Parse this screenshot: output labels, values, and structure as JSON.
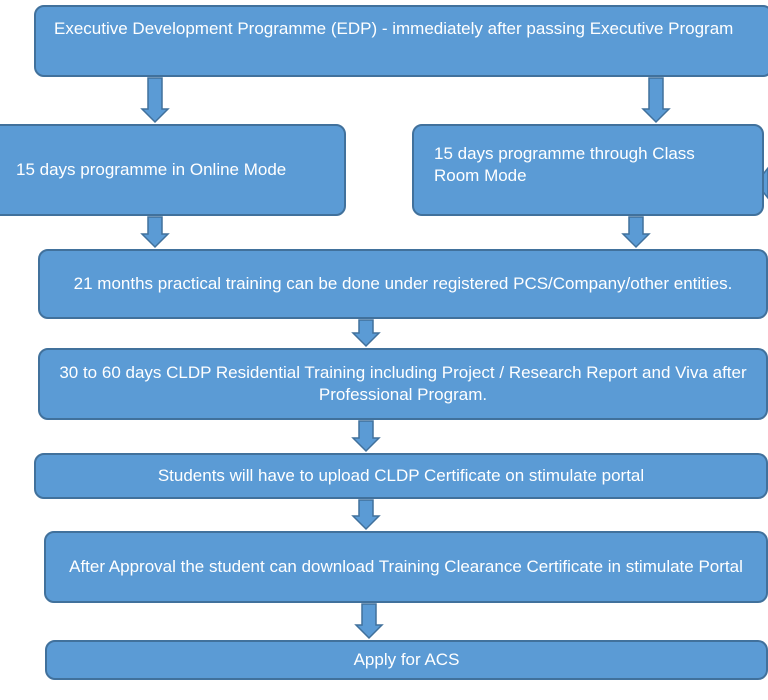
{
  "flowchart": {
    "nodes": {
      "edp": "Executive Development Programme (EDP) - immediately after passing Executive Program",
      "online": "15 days programme in Online Mode",
      "classroom": "15 days programme through Class Room Mode",
      "practical": "21 months practical training can be done under registered PCS/Company/other entities.",
      "cldp": "30 to 60 days CLDP Residential Training including Project / Research Report and Viva after Professional Program.",
      "upload": "Students will have to upload CLDP Certificate on stimulate portal",
      "approval": "After Approval the student can download Training Clearance Certificate in stimulate Portal",
      "acs": "Apply for ACS"
    },
    "colors": {
      "box_fill": "#5b9bd5",
      "box_border": "#41719c",
      "text": "#ffffff",
      "arrow_fill": "#5b9bd5",
      "arrow_border": "#41719c"
    }
  }
}
